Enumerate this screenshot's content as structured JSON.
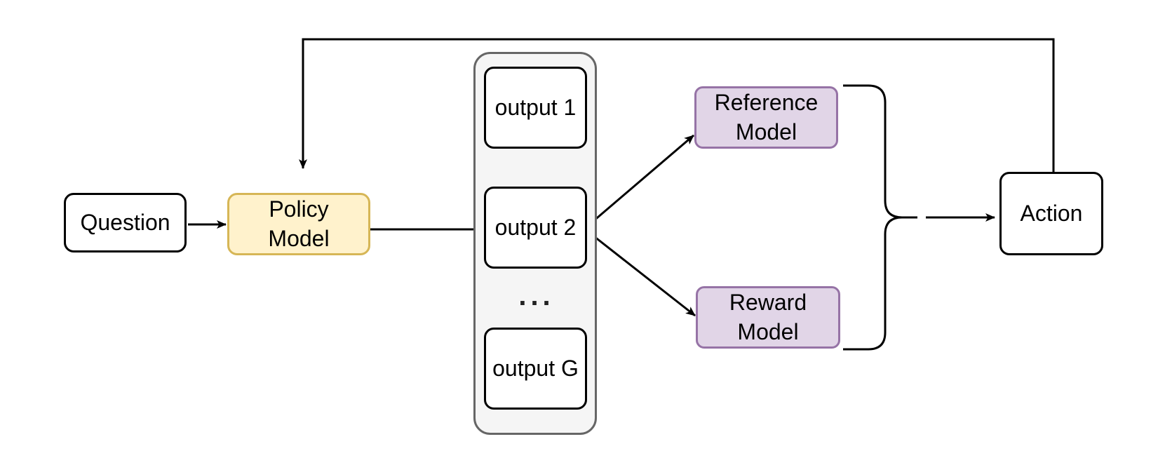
{
  "diagram": {
    "nodes": {
      "question": "Question",
      "policy_model": "Policy\nModel",
      "output_1": "output 1",
      "output_2": "output 2",
      "ellipsis": "...",
      "output_g": "output G",
      "reference_model": "Reference\nModel",
      "reward_model": "Reward\nModel",
      "action": "Action"
    },
    "colors": {
      "policy_fill": "#fff2cc",
      "policy_stroke": "#d6b656",
      "model_fill": "#e1d5e7",
      "model_stroke": "#9673a6",
      "group_fill": "#f5f5f5",
      "group_stroke": "#666666",
      "edge": "#000000"
    }
  }
}
